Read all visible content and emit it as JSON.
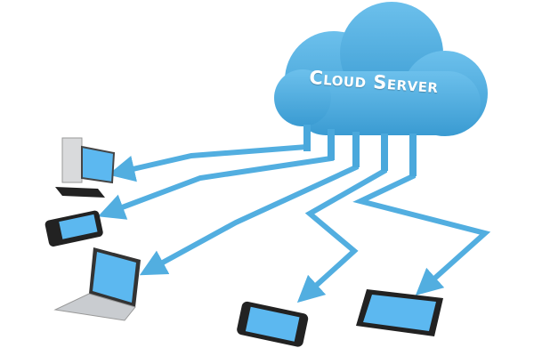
{
  "cloud": {
    "label": "Cloud Server"
  },
  "colors": {
    "cloud": "#4ba9dc",
    "arrow": "#52aee0",
    "screen": "#5cb8f0",
    "device": "#2b2b2b",
    "laptop": "#c9ccd0"
  },
  "devices": [
    "desktop-computer",
    "smartphone",
    "laptop",
    "smartphone",
    "tablet"
  ]
}
